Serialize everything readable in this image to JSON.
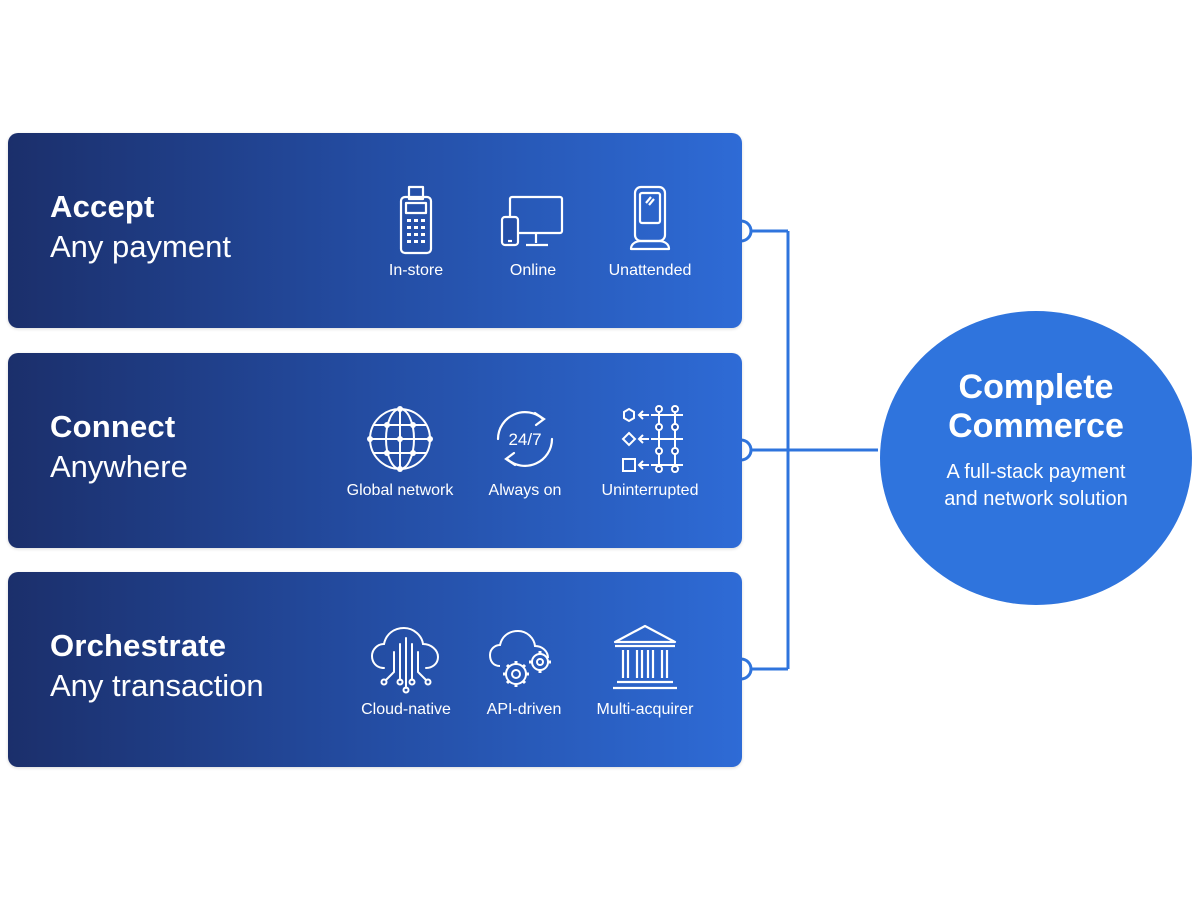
{
  "panels": [
    {
      "title": "Accept",
      "subtitle": "Any payment",
      "features": [
        {
          "label": "In-store",
          "icon": "pos-terminal-icon"
        },
        {
          "label": "Online",
          "icon": "devices-icon"
        },
        {
          "label": "Unattended",
          "icon": "kiosk-icon"
        }
      ]
    },
    {
      "title": "Connect",
      "subtitle": "Anywhere",
      "features": [
        {
          "label": "Global network",
          "icon": "globe-network-icon"
        },
        {
          "label": "Always on",
          "icon": "always-on-247-icon"
        },
        {
          "label": "Uninterrupted",
          "icon": "flow-chart-icon"
        }
      ]
    },
    {
      "title": "Orchestrate",
      "subtitle": "Any transaction",
      "features": [
        {
          "label": "Cloud-native",
          "icon": "cloud-circuit-icon"
        },
        {
          "label": "API-driven",
          "icon": "cloud-gears-icon"
        },
        {
          "label": "Multi-acquirer",
          "icon": "bank-icon"
        }
      ]
    }
  ],
  "icon_text": {
    "always_on": "24/7"
  },
  "hub": {
    "title_line1": "Complete",
    "title_line2": "Commerce",
    "subtitle_line1": "A full-stack payment",
    "subtitle_line2": "and network solution"
  },
  "colors": {
    "panel_gradient_start": "#1b2f6b",
    "panel_gradient_end": "#2e6bd6",
    "hub_fill": "#2f74dd",
    "connector": "#2f74dd"
  }
}
